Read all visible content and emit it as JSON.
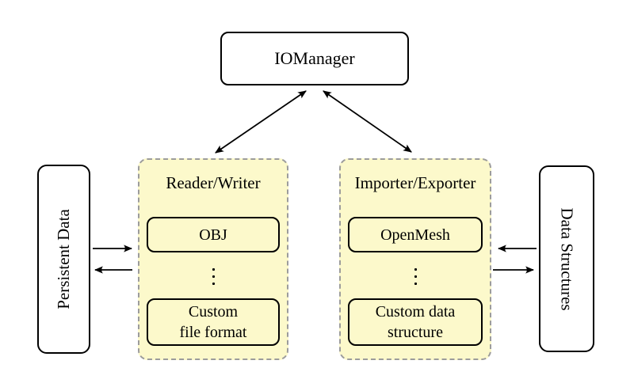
{
  "nodes": {
    "iomanager": "IOManager",
    "persistent_data": "Persistent Data",
    "data_structures": "Data Structures"
  },
  "groups": [
    {
      "title": "Reader/Writer",
      "top_item": "OBJ",
      "bottom_item_lines": [
        "Custom",
        "file format"
      ]
    },
    {
      "title": "Importer/Exporter",
      "top_item": "OpenMesh",
      "bottom_item_lines": [
        "Custom data",
        "structure"
      ]
    }
  ],
  "arrows": [
    {
      "name": "iomanager-readerwriter",
      "type": "double-headed"
    },
    {
      "name": "iomanager-importerexporter",
      "type": "double-headed"
    },
    {
      "name": "persistentdata-to-readerwriter",
      "type": "single",
      "direction": "right"
    },
    {
      "name": "readerwriter-to-persistentdata",
      "type": "single",
      "direction": "left"
    },
    {
      "name": "datastructures-to-importerexporter",
      "type": "single",
      "direction": "left"
    },
    {
      "name": "importerexporter-to-datastructures",
      "type": "single",
      "direction": "right"
    }
  ],
  "colors": {
    "canvas_bg": "#FFFFFF",
    "group_fill": "#FCF9CB",
    "group_border": "#9C9C9C",
    "node_border": "#000000",
    "arrow": "#000000"
  }
}
